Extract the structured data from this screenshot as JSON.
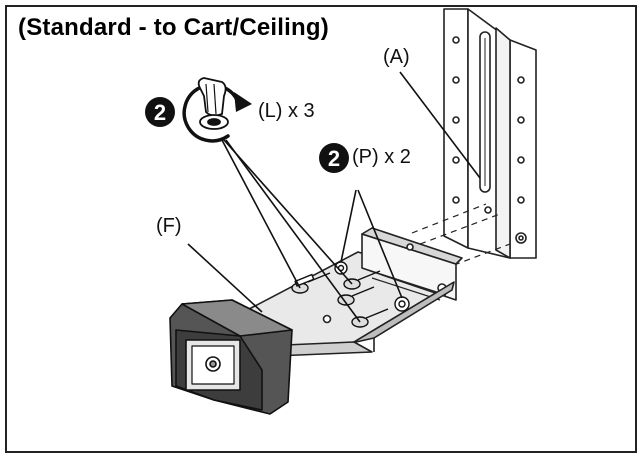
{
  "title": "(Standard - to Cart/Ceiling)",
  "labels": {
    "bracket_a": "(A)",
    "plate_f": "(F)",
    "screw_l": "(L) x 3",
    "screw_p": "(P) x 2"
  },
  "steps": {
    "screw_l_step": "2",
    "screw_p_step": "2"
  },
  "icons": {
    "rotation": "clockwise-rotation-icon",
    "hand_tool": "screwdriver-icon"
  }
}
